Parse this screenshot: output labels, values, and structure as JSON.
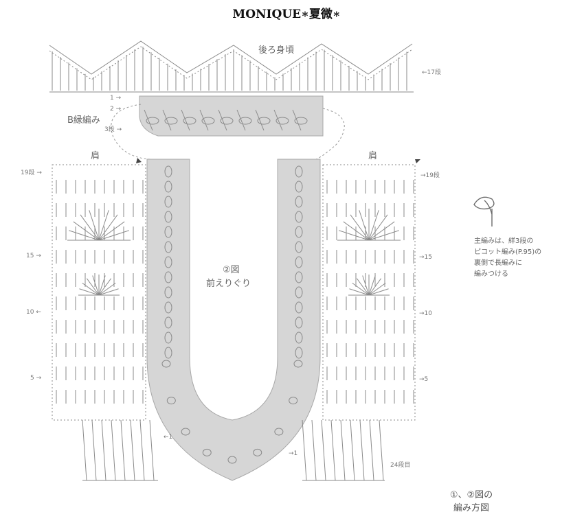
{
  "title": "MONIQUE∗夏微∗",
  "labels": {
    "back_body": "後ろ身頃",
    "b_edging": "B縁編み",
    "shoulder_left": "肩",
    "shoulder_right": "肩",
    "fig2": "②図",
    "front_neck": "前えりぐり",
    "caption_line1": "①、②図の",
    "caption_line2": "編み方図"
  },
  "row_numbers": {
    "back_17": "←17段",
    "edge_1": "1 →",
    "edge_2": "2 →",
    "edge_3": "3段 →",
    "left_19": "19段 →",
    "left_15": "15 →",
    "left_10": "10 ←",
    "left_5": "5 →",
    "right_19": "→19段",
    "right_15": "→15",
    "right_10": "→10",
    "right_5": "→5",
    "right_24": "24段目",
    "small_1a": "←1",
    "small_1b": "→1"
  },
  "note": {
    "line1": "主編みは、絴3段の",
    "line2": "ピコット編み(P.95)の",
    "line3": "裏側で長編みに",
    "line4": "編みつける"
  },
  "colors": {
    "ink": "#7a7a7a",
    "shade": "#d6d6d6",
    "shade_edge": "#a8a8a8"
  }
}
